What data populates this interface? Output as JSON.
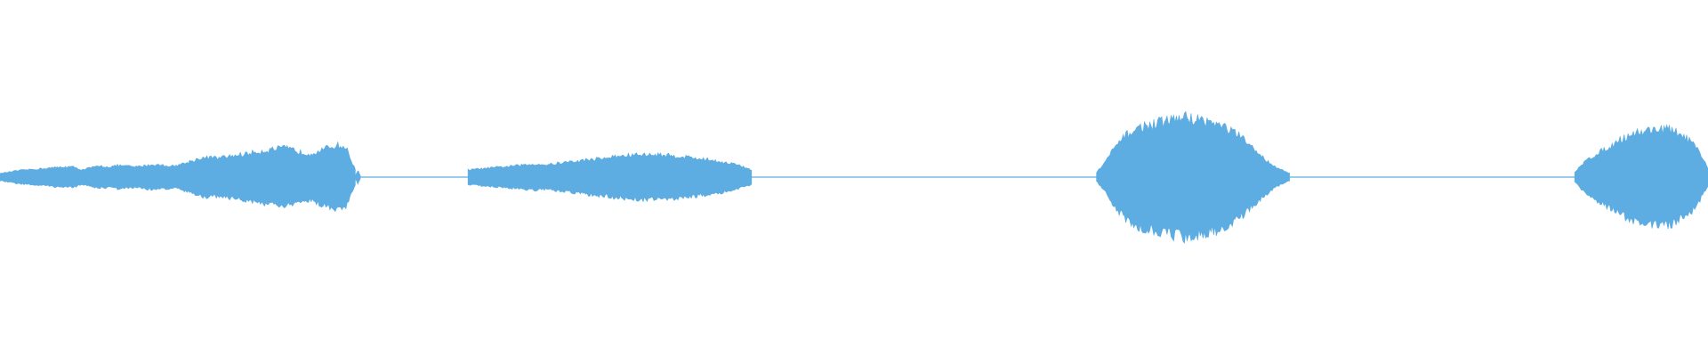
{
  "waveform": {
    "color": "#5DADE2",
    "background": "#FFFFFF",
    "segments": [
      {
        "start": 0.0,
        "end": 0.208,
        "envelope": [
          0.05,
          0.07,
          0.09,
          0.1,
          0.11,
          0.12,
          0.13,
          0.14,
          0.14,
          0.1,
          0.13,
          0.15,
          0.14,
          0.16,
          0.15,
          0.14,
          0.16,
          0.17,
          0.16,
          0.15,
          0.18,
          0.22,
          0.26,
          0.27,
          0.26,
          0.28,
          0.3,
          0.32,
          0.34,
          0.36,
          0.38,
          0.4,
          0.38,
          0.34,
          0.32,
          0.36,
          0.4,
          0.44,
          0.4,
          0.1
        ]
      },
      {
        "start": 0.208,
        "end": 0.211,
        "envelope": [
          0.02,
          0.09,
          0.02
        ]
      },
      {
        "start": 0.274,
        "end": 0.44,
        "envelope": [
          0.1,
          0.11,
          0.12,
          0.13,
          0.14,
          0.15,
          0.16,
          0.17,
          0.18,
          0.17,
          0.18,
          0.2,
          0.21,
          0.22,
          0.24,
          0.25,
          0.26,
          0.28,
          0.29,
          0.3,
          0.31,
          0.3,
          0.31,
          0.3,
          0.29,
          0.28,
          0.27,
          0.25,
          0.24,
          0.22,
          0.2,
          0.18,
          0.14,
          0.1
        ]
      },
      {
        "start": 0.642,
        "end": 0.755,
        "envelope": [
          0.06,
          0.2,
          0.36,
          0.5,
          0.6,
          0.66,
          0.7,
          0.72,
          0.75,
          0.78,
          0.8,
          0.82,
          0.8,
          0.78,
          0.76,
          0.72,
          0.68,
          0.62,
          0.54,
          0.44,
          0.34,
          0.24,
          0.16,
          0.1,
          0.05
        ]
      },
      {
        "start": 0.922,
        "end": 1.0,
        "envelope": [
          0.06,
          0.18,
          0.26,
          0.32,
          0.38,
          0.44,
          0.5,
          0.56,
          0.6,
          0.62,
          0.64,
          0.66,
          0.66,
          0.64,
          0.6,
          0.54,
          0.46,
          0.3,
          0.12
        ]
      }
    ],
    "baseline_visible": true
  }
}
